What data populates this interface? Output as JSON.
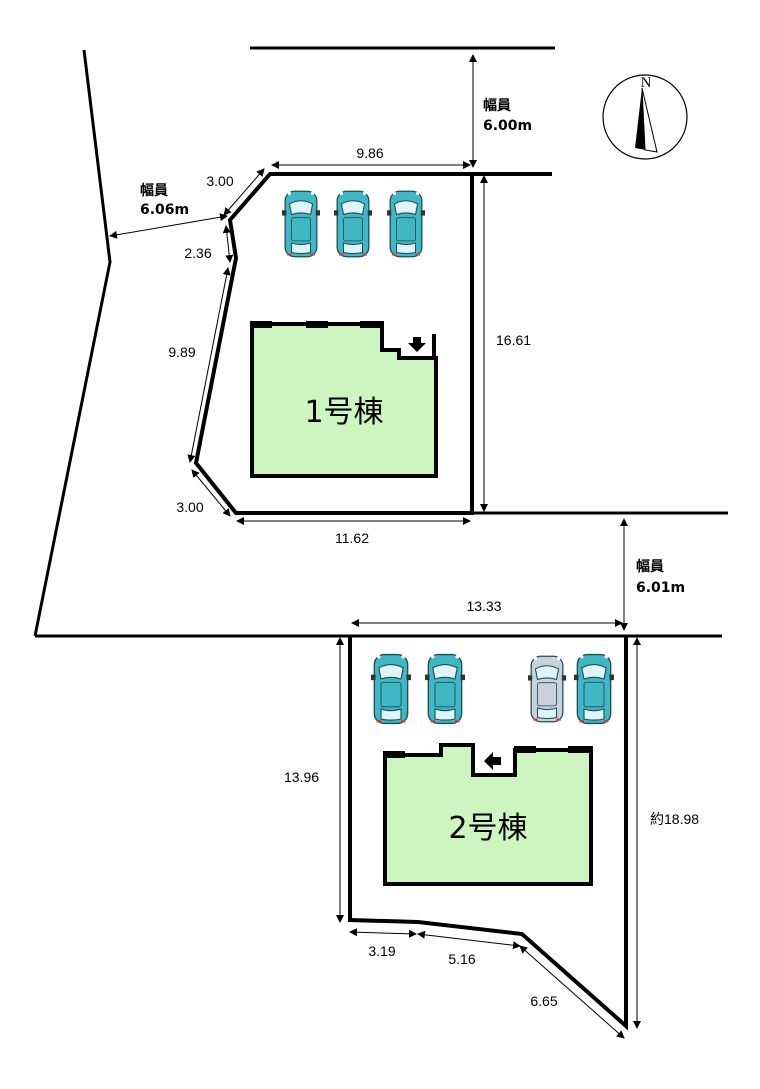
{
  "north_label": "N",
  "roads": [
    {
      "label": "幅員",
      "width": "6.00m"
    },
    {
      "label": "幅員",
      "width": "6.06m"
    },
    {
      "label": "幅員",
      "width": "6.01m"
    }
  ],
  "buildings": [
    {
      "name": "1号棟",
      "color": "#ccf5c0"
    },
    {
      "name": "2号棟",
      "color": "#ccf5c0"
    }
  ],
  "lot1_dims": {
    "top": "9.86",
    "corner_top": "3.00",
    "left_top": "2.36",
    "left": "9.89",
    "corner_bottom": "3.00",
    "bottom": "11.62",
    "right": "16.61"
  },
  "lot2_dims": {
    "top": "13.33",
    "left": "13.96",
    "right": "約18.98",
    "bottom_a": "3.19",
    "bottom_b": "5.16",
    "bottom_c": "6.65"
  },
  "colors": {
    "car_body": "#3fb7c4",
    "car_gray": "#c9d2dc",
    "line": "#000000"
  }
}
